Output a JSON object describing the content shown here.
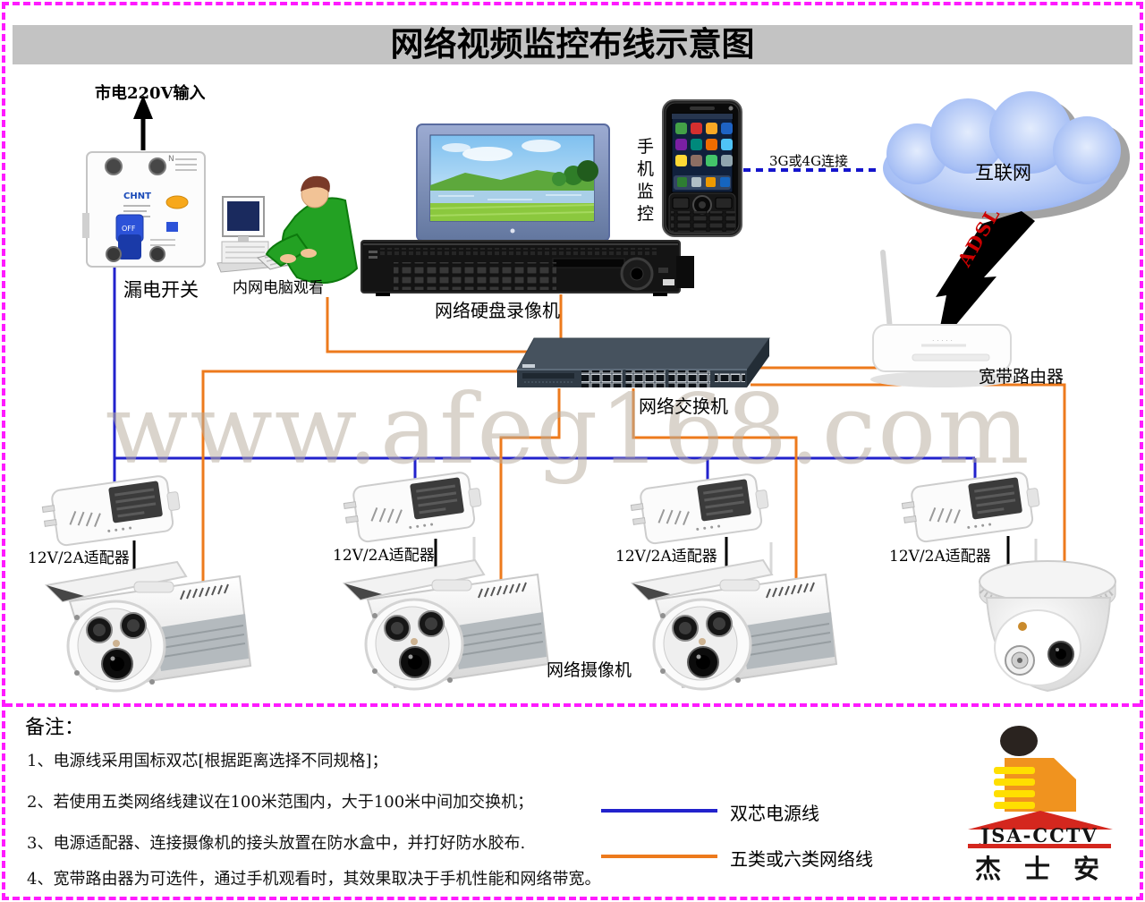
{
  "title": "网络视频监控布线示意图",
  "watermark": "www.afeg168.com",
  "labels": {
    "mains": "市电220V输入",
    "breaker": "漏电开关",
    "breaker_brand": "CHNT",
    "pc": "内网电脑观看",
    "nvr": "网络硬盘录像机",
    "phone": "手机监控",
    "phone_link": "3G或4G连接",
    "cloud": "互联网",
    "adsl": "ADSL",
    "router": "宽带路由器",
    "switch": "网络交换机",
    "camera": "网络摄像机",
    "adapters": [
      "12V/2A适配器",
      "12V/2A适配器",
      "12V/2A适配器",
      "12V/2A适配器"
    ]
  },
  "notes": {
    "heading": "备注：",
    "items": [
      "1、电源线采用国标双芯[根据距离选择不同规格]；",
      "2、若使用五类网络线建议在100米范围内，大于100米中间加交换机；",
      "3、电源适配器、连接摄像机的接头放置在防水盒中，并打好防水胶布.",
      "4、宽带路由器为可选件，通过手机观看时，其效果取决于手机性能和网络带宽。"
    ]
  },
  "legend": {
    "power": {
      "label": "双芯电源线",
      "color": "#2222cc"
    },
    "network": {
      "label": "五类或六类网络线",
      "color": "#ed7a1c"
    }
  },
  "logo": {
    "line1": "JSA-CCTV",
    "line2": "杰士安"
  },
  "colors": {
    "page_border": "#ff1aff",
    "title_bg": "#c3c3c3",
    "power_line": "#2222cc",
    "network_line": "#ed7a1c",
    "adapter_cord": "#000000",
    "wireless_link": "#1515cc",
    "adsl_text": "#cc0000",
    "watermark": "#b9ae9f"
  }
}
